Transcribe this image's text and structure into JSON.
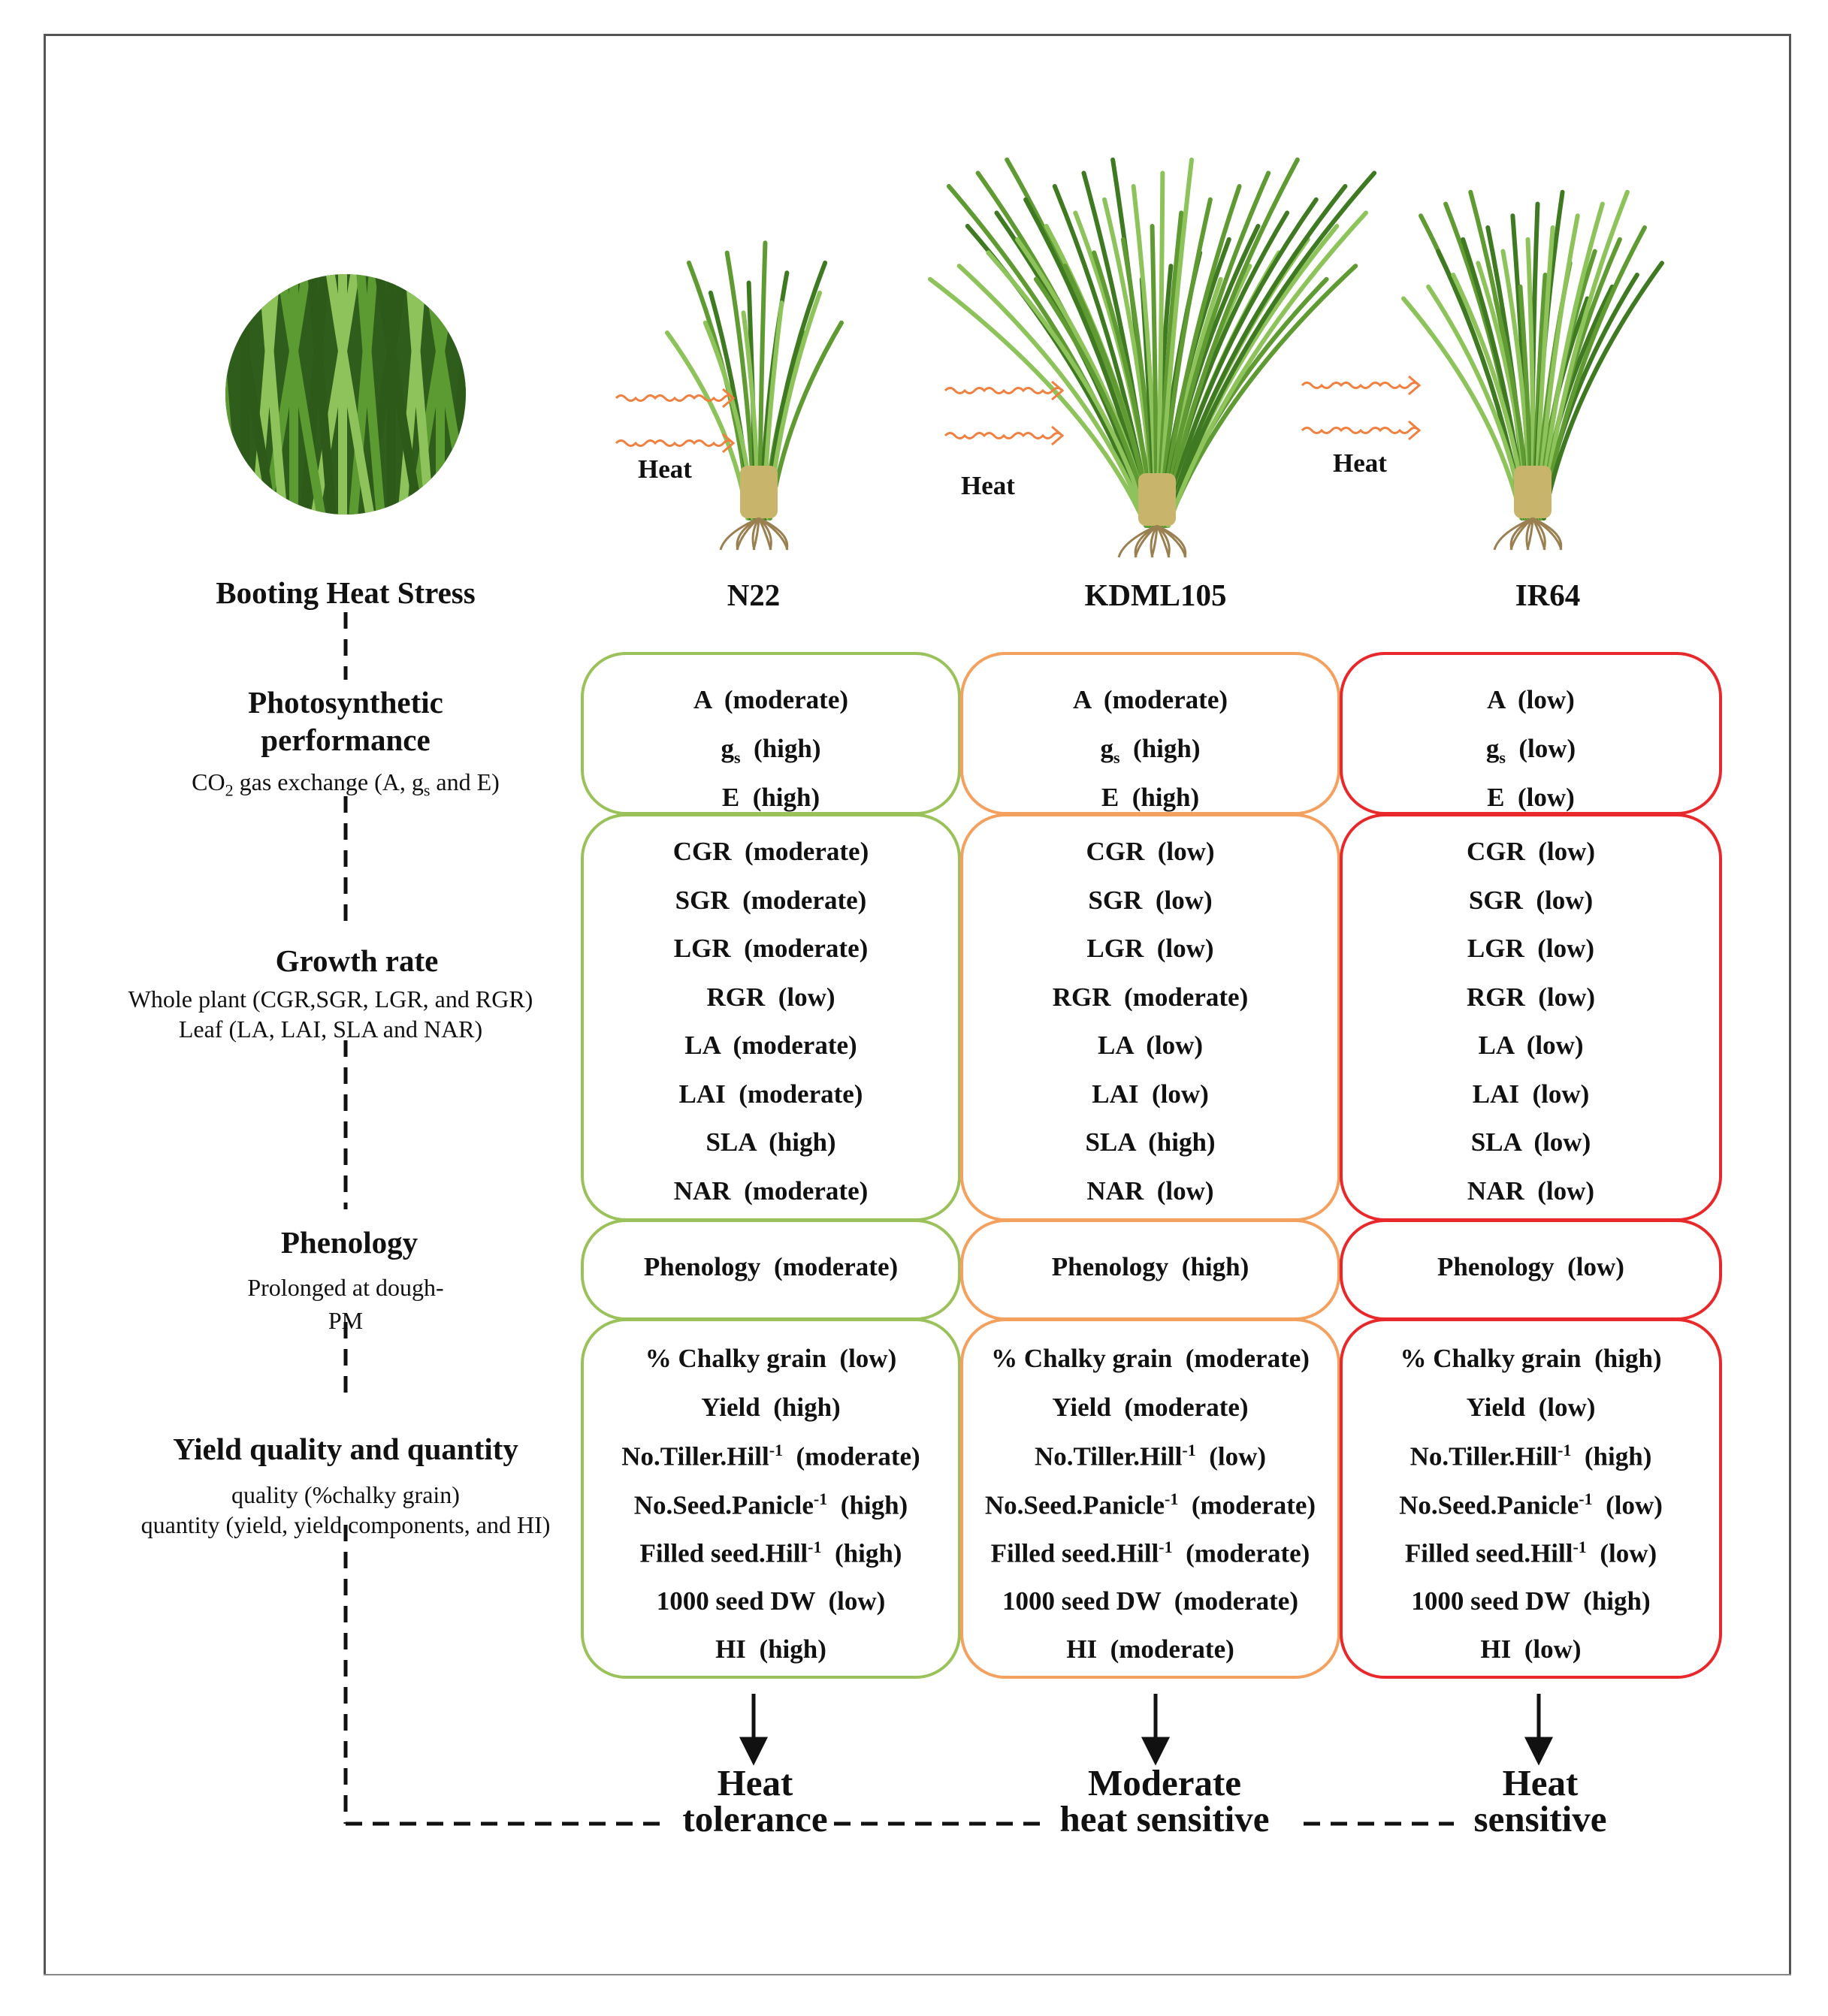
{
  "root_label": "Booting Heat Stress",
  "heat_label": "Heat",
  "cultivars": [
    "N22",
    "KDML105",
    "IR64"
  ],
  "sections": {
    "photosynthetic": {
      "title": "Photosynthetic performance",
      "title_line1": "Photosynthetic",
      "title_line2": "performance",
      "subtitle": "CO2 gas exchange (A, gs and E)",
      "rows": [
        {
          "param": "A",
          "sub": "",
          "sup": "",
          "levels": [
            "moderate",
            "moderate",
            "low"
          ]
        },
        {
          "param": "g",
          "sub": "s",
          "sup": "",
          "levels": [
            "high",
            "high",
            "low"
          ]
        },
        {
          "param": "E",
          "sub": "",
          "sup": "",
          "levels": [
            "high",
            "high",
            "low"
          ]
        }
      ]
    },
    "growth": {
      "title": "Growth rate",
      "subtitle_line1": "Whole plant (CGR,SGR, LGR, and RGR)",
      "subtitle_line2": "Leaf (LA, LAI, SLA and NAR)",
      "rows": [
        {
          "param": "CGR",
          "sub": "",
          "sup": "",
          "levels": [
            "moderate",
            "low",
            "low"
          ]
        },
        {
          "param": "SGR",
          "sub": "",
          "sup": "",
          "levels": [
            "moderate",
            "low",
            "low"
          ]
        },
        {
          "param": "LGR",
          "sub": "",
          "sup": "",
          "levels": [
            "moderate",
            "low",
            "low"
          ]
        },
        {
          "param": "RGR",
          "sub": "",
          "sup": "",
          "levels": [
            "low",
            "moderate",
            "low"
          ]
        },
        {
          "param": "LA",
          "sub": "",
          "sup": "",
          "levels": [
            "moderate",
            "low",
            "low"
          ]
        },
        {
          "param": "LAI",
          "sub": "",
          "sup": "",
          "levels": [
            "moderate",
            "low",
            "low"
          ]
        },
        {
          "param": "SLA",
          "sub": "",
          "sup": "",
          "levels": [
            "high",
            "high",
            "low"
          ]
        },
        {
          "param": "NAR",
          "sub": "",
          "sup": "",
          "levels": [
            "moderate",
            "low",
            "low"
          ]
        }
      ]
    },
    "phenology": {
      "title": "Phenology",
      "subtitle_line1": "Prolonged at dough-",
      "subtitle_line2": "PM",
      "rows": [
        {
          "param": "Phenology",
          "sub": "",
          "sup": "",
          "levels": [
            "moderate",
            "high",
            "low"
          ]
        }
      ]
    },
    "yield": {
      "title": "Yield quality and quantity",
      "subtitle_line1": "quality (%chalky grain)",
      "subtitle_line2": "quantity (yield, yield components, and HI)",
      "rows": [
        {
          "param": "% Chalky grain",
          "sub": "",
          "sup": "",
          "levels": [
            "low",
            "moderate",
            "high"
          ]
        },
        {
          "param": "Yield",
          "sub": "",
          "sup": "",
          "levels": [
            "high",
            "moderate",
            "low"
          ]
        },
        {
          "param": "No.Tiller.Hill",
          "sub": "",
          "sup": "-1",
          "levels": [
            "moderate",
            "low",
            "high"
          ]
        },
        {
          "param": "No.Seed.Panicle",
          "sub": "",
          "sup": "-1",
          "levels": [
            "high",
            "moderate",
            "low"
          ]
        },
        {
          "param": "Filled seed.Hill",
          "sub": "",
          "sup": "-1",
          "levels": [
            "high",
            "moderate",
            "low"
          ]
        },
        {
          "param": "1000 seed DW",
          "sub": "",
          "sup": "",
          "levels": [
            "low",
            "moderate",
            "high"
          ]
        },
        {
          "param": "HI",
          "sub": "",
          "sup": "",
          "levels": [
            "high",
            "moderate",
            "low"
          ]
        }
      ]
    }
  },
  "outcomes": [
    {
      "line1": "Heat",
      "line2": "tolerance"
    },
    {
      "line1": "Moderate",
      "line2": "heat sensitive"
    },
    {
      "line1": "Heat",
      "line2": "sensitive"
    }
  ],
  "colors": {
    "tolerant": "#9bc25a",
    "moderate": "#f4a05f",
    "sensitive": "#e8282a",
    "heat_arrow": "#f08040",
    "leaf_dark": "#3f7a22",
    "leaf_light": "#8dc35a"
  },
  "icons": [
    "rice-canopy-photo",
    "rice-plant-n22",
    "rice-plant-kdml105",
    "rice-plant-ir64",
    "heat-wave-arrow-icon",
    "down-arrow-icon"
  ]
}
